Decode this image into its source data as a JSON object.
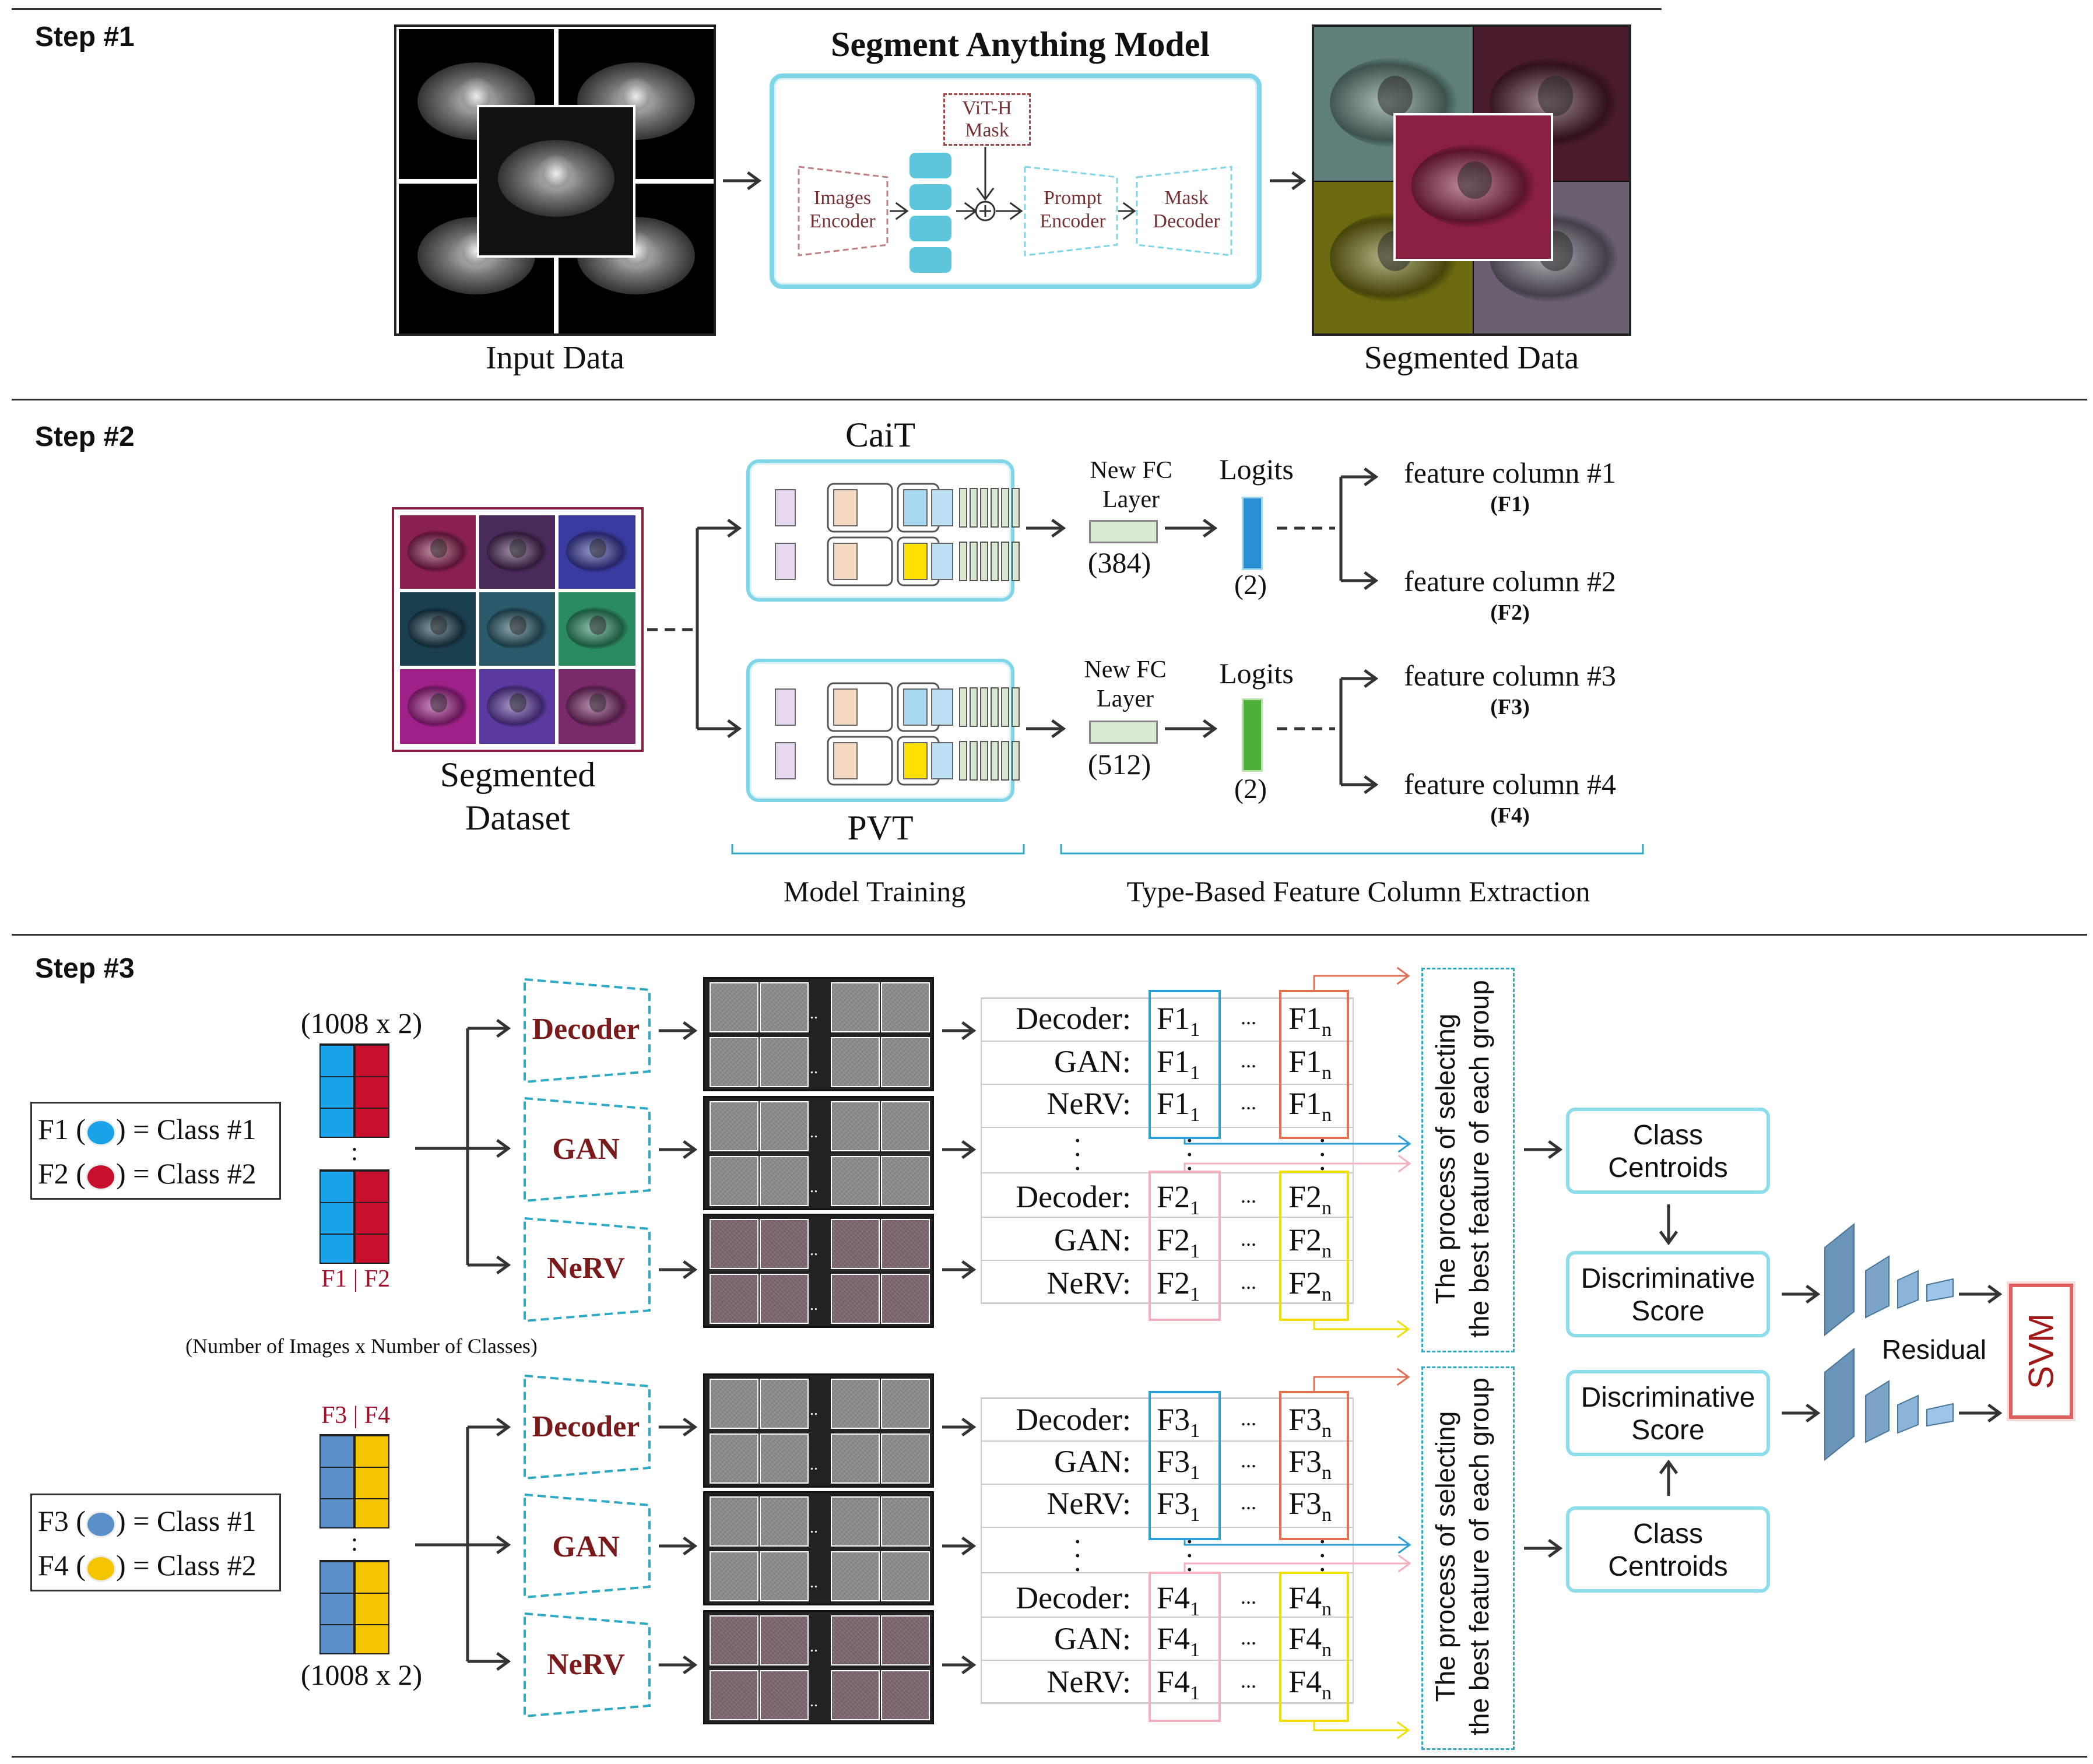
{
  "step1": {
    "label": "Step #1",
    "sam_title": "Segment Anything Model",
    "vith_mask": [
      "ViT-H",
      "Mask"
    ],
    "images_encoder": [
      "Images",
      "Encoder"
    ],
    "prompt_encoder": [
      "Prompt",
      "Encoder"
    ],
    "mask_decoder": [
      "Mask",
      "Decoder"
    ],
    "input_caption": "Input Data",
    "segmented_caption": "Segmented Data"
  },
  "step2": {
    "label": "Step #2",
    "cait": "CaiT",
    "pvt": "PVT",
    "new_fc_layer": [
      "New FC",
      "Layer"
    ],
    "fc_dims": [
      "(384)",
      "(512)"
    ],
    "logits": "Logits",
    "logit_dim": "(2)",
    "feature_columns": [
      {
        "text": "feature column #1",
        "code": "(F1)"
      },
      {
        "text": "feature column #2",
        "code": "(F2)"
      },
      {
        "text": "feature column #3",
        "code": "(F3)"
      },
      {
        "text": "feature column #4",
        "code": "(F4)"
      }
    ],
    "segmented_dataset": [
      "Segmented",
      "Dataset"
    ],
    "model_training": "Model Training",
    "extraction": "Type-Based Feature Column Extraction",
    "colors": {
      "cyan": "#7fd6e8",
      "logit_blue": "#2b8fd6",
      "logit_green": "#4caf3a"
    }
  },
  "step3": {
    "label": "Step #3",
    "matrix_size_top": "(1008 x 2)",
    "matrix_size_bottom": "(1008 x 2)",
    "matrix_caption": "(Number of Images x Number of Classes)",
    "f12_label": "F1 | F2",
    "f34_label": "F3 | F4",
    "legend_top": [
      {
        "pre": "F1 (",
        "post": ") = Class #1",
        "color": "#1aa3e8"
      },
      {
        "pre": "F2 (",
        "post": ") = Class #2",
        "color": "#c8102e"
      }
    ],
    "legend_bottom": [
      {
        "pre": "F3 (",
        "post": ") = Class #1",
        "color": "#5b8fc9"
      },
      {
        "pre": "F4 (",
        "post": ") = Class #2",
        "color": "#f5c400"
      }
    ],
    "generators": [
      "Decoder",
      "GAN",
      "NeRV"
    ],
    "top_table": {
      "rows1": [
        [
          "Decoder:",
          "F1",
          "1",
          "F1",
          "n"
        ],
        [
          "GAN:",
          "F1",
          "1",
          "F1",
          "n"
        ],
        [
          "NeRV:",
          "F1",
          "1",
          "F1",
          "n"
        ]
      ],
      "rows2": [
        [
          "Decoder:",
          "F2",
          "1",
          "F2",
          "n"
        ],
        [
          "GAN:",
          "F2",
          "1",
          "F2",
          "n"
        ],
        [
          "NeRV:",
          "F2",
          "1",
          "F2",
          "n"
        ]
      ]
    },
    "bottom_table": {
      "rows1": [
        [
          "Decoder:",
          "F3",
          "1",
          "F3",
          "n"
        ],
        [
          "GAN:",
          "F3",
          "1",
          "F3",
          "n"
        ],
        [
          "NeRV:",
          "F3",
          "1",
          "F3",
          "n"
        ]
      ],
      "rows2": [
        [
          "Decoder:",
          "F4",
          "1",
          "F4",
          "n"
        ],
        [
          "GAN:",
          "F4",
          "1",
          "F4",
          "n"
        ],
        [
          "NeRV:",
          "F4",
          "1",
          "F4",
          "n"
        ]
      ]
    },
    "ellipsis": "...",
    "process_text": [
      "The process of selecting",
      "the best feature of each group"
    ],
    "class_centroids": [
      "Class",
      "Centroids"
    ],
    "discriminative_score": [
      "Discriminative",
      "Score"
    ],
    "residual": "Residual",
    "svm": "SVM"
  }
}
